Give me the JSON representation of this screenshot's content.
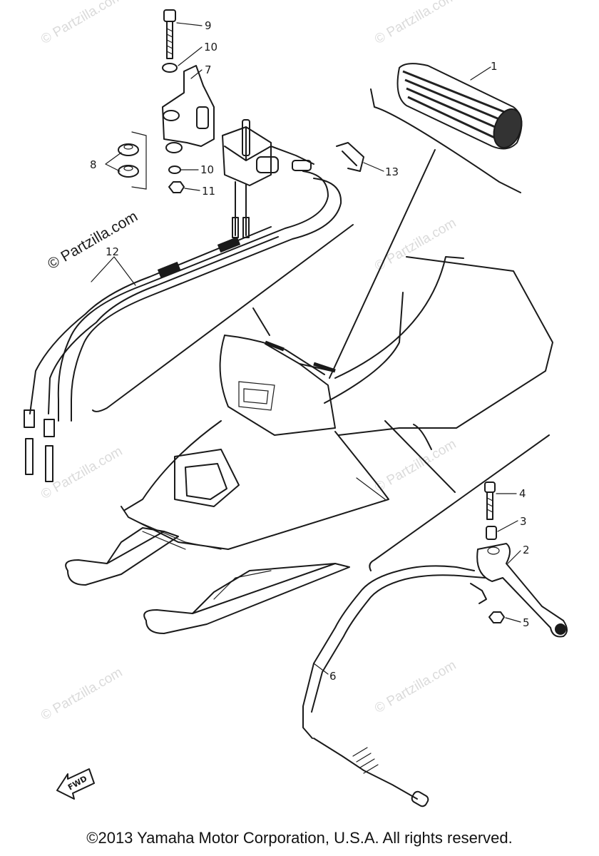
{
  "callouts": [
    {
      "id": "9",
      "text": "9"
    },
    {
      "id": "10a",
      "text": "10"
    },
    {
      "id": "7",
      "text": "7"
    },
    {
      "id": "1",
      "text": "1"
    },
    {
      "id": "8",
      "text": "8"
    },
    {
      "id": "10b",
      "text": "10"
    },
    {
      "id": "11",
      "text": "11"
    },
    {
      "id": "13",
      "text": "13"
    },
    {
      "id": "12",
      "text": "12"
    },
    {
      "id": "4",
      "text": "4"
    },
    {
      "id": "3",
      "text": "3"
    },
    {
      "id": "2",
      "text": "2"
    },
    {
      "id": "5",
      "text": "5"
    },
    {
      "id": "6",
      "text": "6"
    }
  ],
  "watermark": "© Partzilla.com",
  "fwd_label": "FWD",
  "copyright": "©2013  Yamaha Motor Corporation, U.S.A. All rights reserved."
}
